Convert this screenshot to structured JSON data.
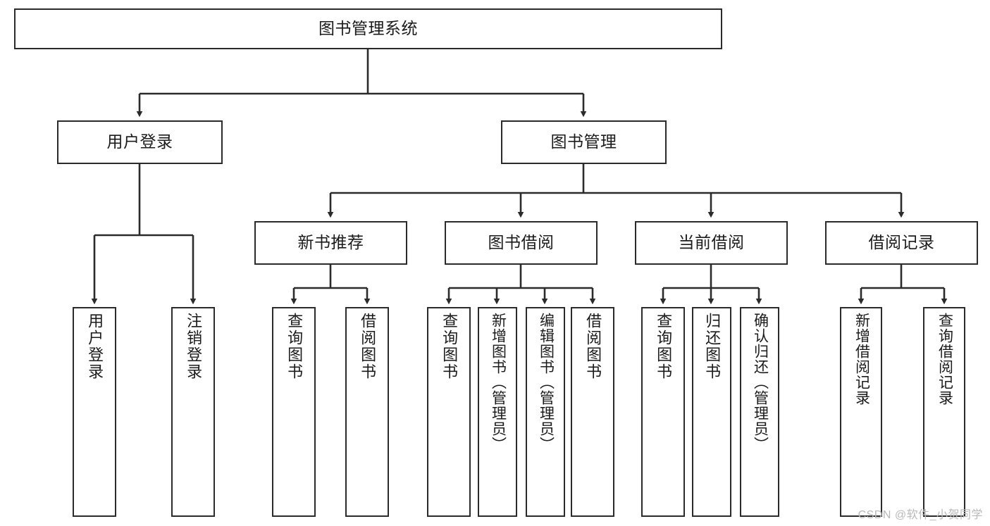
{
  "diagram": {
    "title": "图书管理系统",
    "type": "tree-flowchart",
    "colors": {
      "node_border": "#2b2b2b",
      "node_fill": "#ffffff",
      "edge": "#2b2b2b",
      "text": "#1b1b1b",
      "watermark": "#b9b9b9",
      "background": "#ffffff"
    },
    "watermark": "CSDN @软件_小贺同学"
  },
  "nodes": {
    "root": {
      "label": "图书管理系统"
    },
    "level2": [
      {
        "label": "用户登录"
      },
      {
        "label": "图书管理"
      }
    ],
    "level3": [
      {
        "label": "新书推荐"
      },
      {
        "label": "图书借阅"
      },
      {
        "label": "当前借阅"
      },
      {
        "label": "借阅记录"
      }
    ],
    "leaves": {
      "user_login": [
        {
          "label": "用户登录"
        },
        {
          "label": "注销登录"
        }
      ],
      "new_book_recommend": [
        {
          "label": "查询图书"
        },
        {
          "label": "借阅图书"
        }
      ],
      "book_borrow": [
        {
          "label": "查询图书"
        },
        {
          "label": "新增图书（管理员）"
        },
        {
          "label": "编辑图书（管理员）"
        },
        {
          "label": "借阅图书"
        }
      ],
      "current_borrow": [
        {
          "label": "查询图书"
        },
        {
          "label": "归还图书"
        },
        {
          "label": "确认归还（管理员）"
        }
      ],
      "borrow_record": [
        {
          "label": "新增借阅记录"
        },
        {
          "label": "查询借阅记录"
        }
      ]
    }
  }
}
